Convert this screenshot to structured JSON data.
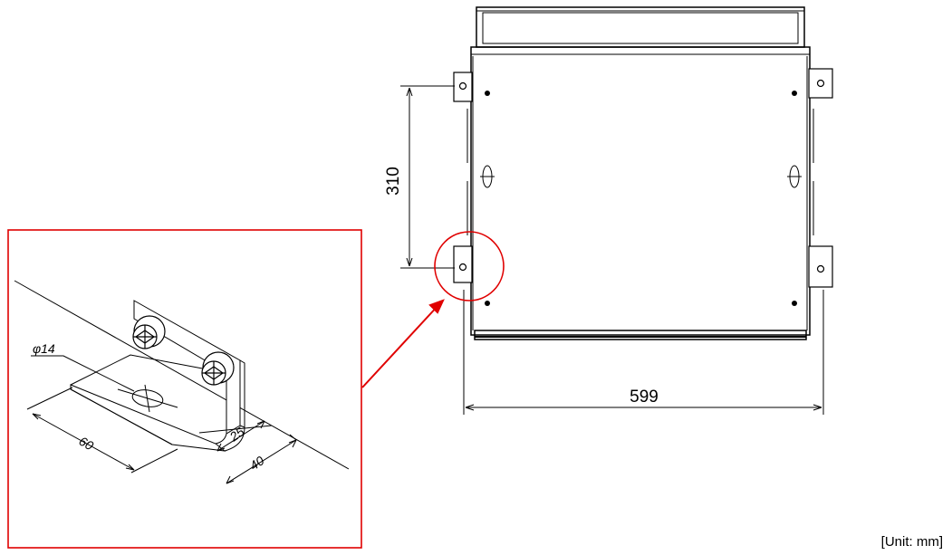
{
  "diagram": {
    "dimensions": {
      "height_between_brackets": "310",
      "overall_width": "599"
    },
    "detail": {
      "hole_diameter": "φ14",
      "bracket_length": "60",
      "hole_offset": "25",
      "bracket_width": "40"
    },
    "unit_note": "[Unit: mm]",
    "colors": {
      "highlight": "#e00000",
      "line": "#000000"
    }
  }
}
